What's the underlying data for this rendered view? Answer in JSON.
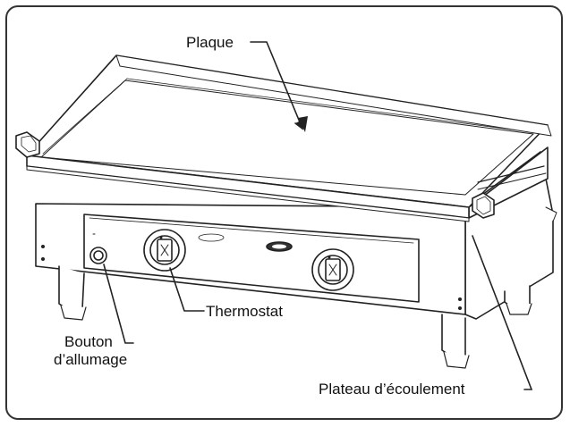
{
  "labels": {
    "plate": "Plaque",
    "thermostat": "Thermostat",
    "ignition_line1": "Bouton",
    "ignition_line2": "d’allumage",
    "drip_tray": "Plateau d’écoulement"
  },
  "colors": {
    "stroke": "#222222",
    "background": "#ffffff",
    "frame": "#333333"
  }
}
